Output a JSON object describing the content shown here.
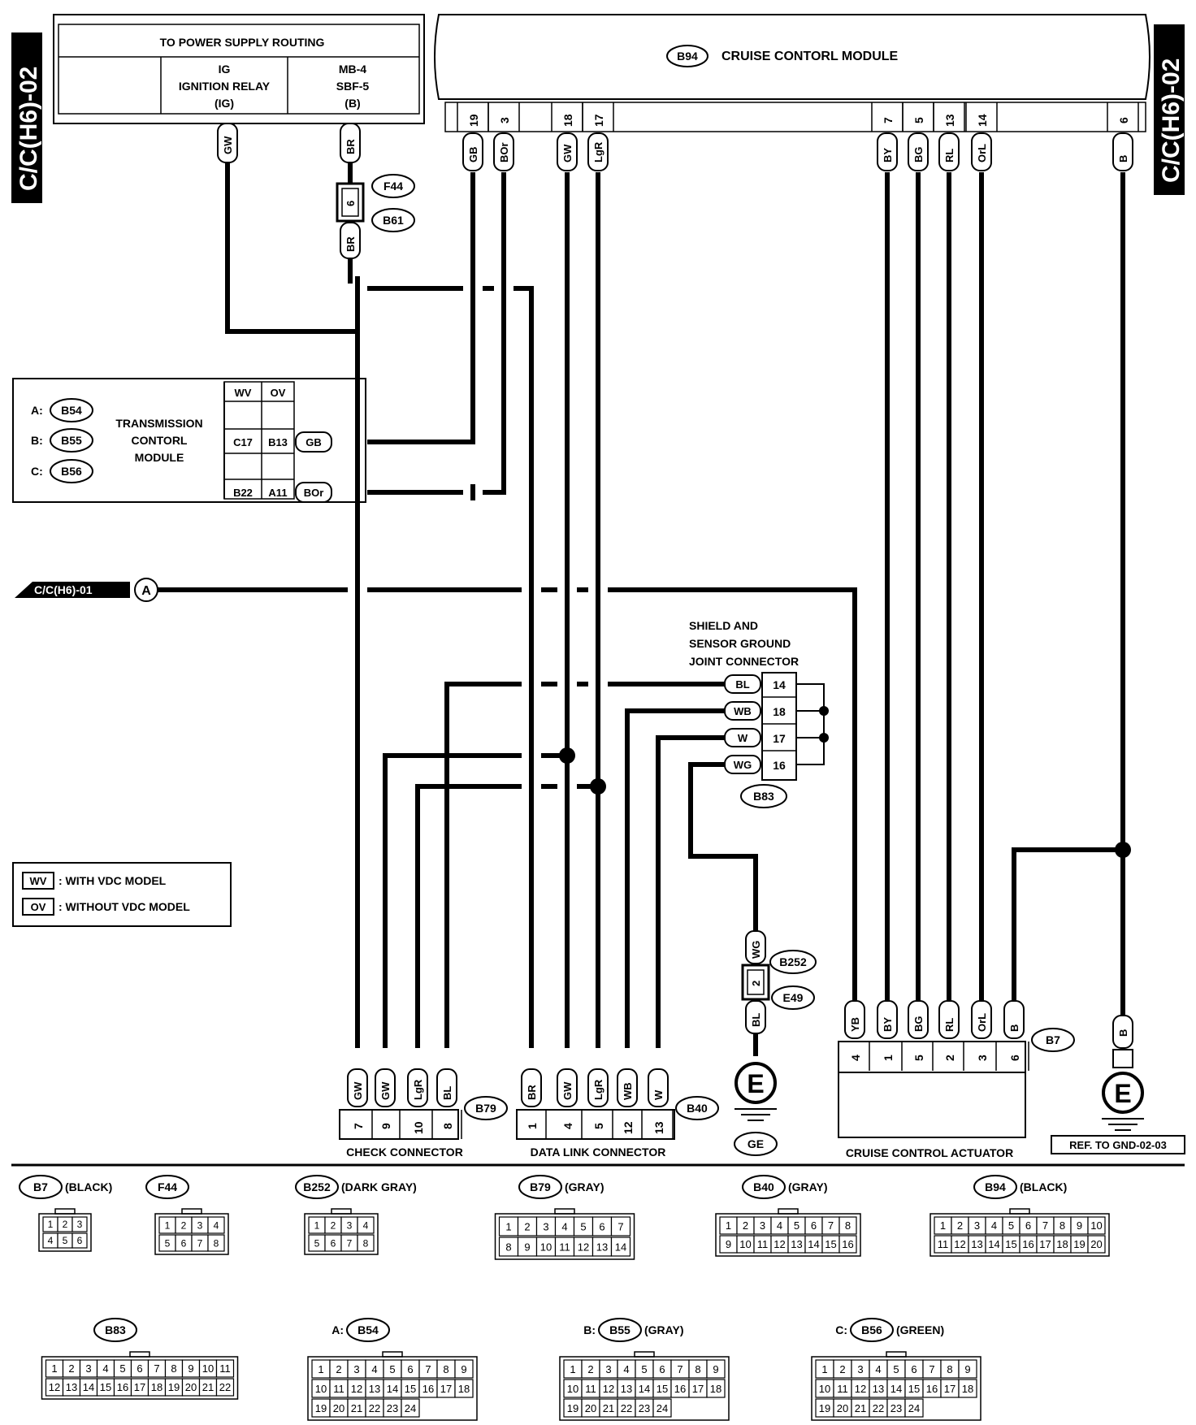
{
  "sheet": {
    "id_left": "C/C(H6)-02",
    "id_right": "C/C(H6)-02"
  },
  "power_supply": {
    "title": "TO POWER SUPPLY ROUTING",
    "ig_col": [
      "IG",
      "IGNITION RELAY",
      "(IG)"
    ],
    "mb_col": [
      "MB-4",
      "SBF-5",
      "(B)"
    ]
  },
  "cruise_module": {
    "connector": "B94",
    "title": "CRUISE CONTORL MODULE",
    "pins": [
      {
        "num": "19",
        "wire": "GB"
      },
      {
        "num": "3",
        "wire": "BOr"
      },
      {
        "num": "18",
        "wire": "GW"
      },
      {
        "num": "17",
        "wire": "LgR"
      },
      {
        "num": "7",
        "wire": "BY"
      },
      {
        "num": "5",
        "wire": "BG"
      },
      {
        "num": "13",
        "wire": "RL"
      },
      {
        "num": "14",
        "wire": "OrL"
      },
      {
        "num": "6",
        "wire": "B"
      }
    ]
  },
  "wire_labels": {
    "gw": "GW",
    "br": "BR",
    "br2": "BR",
    "pin6": "6"
  },
  "junctions": {
    "f44": "F44",
    "b61": "B61",
    "b252": "B252",
    "e49": "E49",
    "pin2": "2",
    "wg": "WG",
    "bl": "BL"
  },
  "tcm": {
    "labels": [
      "A:",
      "B:",
      "C:"
    ],
    "connectors": [
      "B54",
      "B55",
      "B56"
    ],
    "title_lines": [
      "TRANSMISSION",
      "CONTORL",
      "MODULE"
    ],
    "headers": [
      "WV",
      "OV"
    ],
    "row1": [
      "C17",
      "B13",
      "GB"
    ],
    "row2": [
      "B22",
      "A11",
      "BOr"
    ]
  },
  "offpage": {
    "label": "C/C(H6)-01",
    "letter": "A"
  },
  "shield_connector": {
    "title_lines": [
      "SHIELD AND",
      "SENSOR GROUND",
      "JOINT CONNECTOR"
    ],
    "rows": [
      {
        "wire": "BL",
        "pin": "14"
      },
      {
        "wire": "WB",
        "pin": "18"
      },
      {
        "wire": "W",
        "pin": "17"
      },
      {
        "wire": "WG",
        "pin": "16"
      }
    ],
    "connector": "B83"
  },
  "legend": [
    {
      "key": "WV",
      "text": ": WITH VDC MODEL"
    },
    {
      "key": "OV",
      "text": ": WITHOUT VDC MODEL"
    }
  ],
  "check_connector": {
    "title": "CHECK CONNECTOR",
    "connector": "B79",
    "pins": [
      {
        "wire": "GW",
        "num": "7"
      },
      {
        "wire": "GW",
        "num": "9"
      },
      {
        "wire": "LgR",
        "num": "10"
      },
      {
        "wire": "BL",
        "num": "8"
      }
    ]
  },
  "data_link": {
    "title": "DATA LINK CONNECTOR",
    "connector": "B40",
    "pins": [
      {
        "wire": "BR",
        "num": "1"
      },
      {
        "wire": "GW",
        "num": "4"
      },
      {
        "wire": "LgR",
        "num": "5"
      },
      {
        "wire": "WB",
        "num": "12"
      },
      {
        "wire": "W",
        "num": "13"
      }
    ]
  },
  "ground": {
    "symbol": "E",
    "ge_label": "GE",
    "ref": "REF. TO GND-02-03"
  },
  "actuator": {
    "title": "CRUISE CONTROL ACTUATOR",
    "connector": "B7",
    "pins": [
      {
        "wire": "YB",
        "num": "4"
      },
      {
        "wire": "BY",
        "num": "1"
      },
      {
        "wire": "BG",
        "num": "5"
      },
      {
        "wire": "RL",
        "num": "2"
      },
      {
        "wire": "OrL",
        "num": "3"
      },
      {
        "wire": "B",
        "num": "6"
      }
    ]
  },
  "ground_right": {
    "wire": "B",
    "symbol": "E"
  },
  "connector_faces": [
    {
      "id": "B7",
      "color": "(BLACK)",
      "rows": [
        [
          "1",
          "2",
          "3"
        ],
        [
          "4",
          "5",
          "6"
        ]
      ]
    },
    {
      "id": "F44",
      "color": "",
      "rows": [
        [
          "1",
          "2",
          "3",
          "4"
        ],
        [
          "5",
          "6",
          "7",
          "8"
        ]
      ]
    },
    {
      "id": "B252",
      "color": "(DARK GRAY)",
      "rows": [
        [
          "1",
          "2",
          "3",
          "4"
        ],
        [
          "5",
          "6",
          "7",
          "8"
        ]
      ]
    },
    {
      "id": "B79",
      "color": "(GRAY)",
      "rows": [
        [
          "1",
          "2",
          "3",
          "4",
          "5",
          "6",
          "7"
        ],
        [
          "8",
          "9",
          "10",
          "11",
          "12",
          "13",
          "14"
        ]
      ]
    },
    {
      "id": "B40",
      "color": "(GRAY)",
      "rows": [
        [
          "1",
          "2",
          "3",
          "4",
          "5",
          "6",
          "7",
          "8"
        ],
        [
          "9",
          "10",
          "11",
          "12",
          "13",
          "14",
          "15",
          "16"
        ]
      ]
    },
    {
      "id": "B94",
      "color": "(BLACK)",
      "rows": [
        [
          "1",
          "2",
          "3",
          "4",
          "5",
          "6",
          "7",
          "8",
          "9",
          "10"
        ],
        [
          "11",
          "12",
          "13",
          "14",
          "15",
          "16",
          "17",
          "18",
          "19",
          "20"
        ]
      ]
    },
    {
      "id": "B83",
      "color": "",
      "rows": [
        [
          "1",
          "2",
          "3",
          "4",
          "5",
          "6",
          "7",
          "8",
          "9",
          "10",
          "11"
        ],
        [
          "12",
          "13",
          "14",
          "15",
          "16",
          "17",
          "18",
          "19",
          "20",
          "21",
          "22"
        ]
      ]
    },
    {
      "id": "B54",
      "prefix": "A:",
      "color": "",
      "rows": [
        [
          "1",
          "2",
          "3",
          "4",
          "5",
          "6",
          "7",
          "8",
          "9"
        ],
        [
          "10",
          "11",
          "12",
          "13",
          "14",
          "15",
          "16",
          "17",
          "18"
        ],
        [
          "19",
          "20",
          "21",
          "22",
          "23",
          "24"
        ]
      ]
    },
    {
      "id": "B55",
      "prefix": "B:",
      "color": "(GRAY)",
      "rows": [
        [
          "1",
          "2",
          "3",
          "4",
          "5",
          "6",
          "7",
          "8",
          "9"
        ],
        [
          "10",
          "11",
          "12",
          "13",
          "14",
          "15",
          "16",
          "17",
          "18"
        ],
        [
          "19",
          "20",
          "21",
          "22",
          "23",
          "24"
        ]
      ]
    },
    {
      "id": "B56",
      "prefix": "C:",
      "color": "(GREEN)",
      "rows": [
        [
          "1",
          "2",
          "3",
          "4",
          "5",
          "6",
          "7",
          "8",
          "9"
        ],
        [
          "10",
          "11",
          "12",
          "13",
          "14",
          "15",
          "16",
          "17",
          "18"
        ],
        [
          "19",
          "20",
          "21",
          "22",
          "23",
          "24"
        ]
      ]
    }
  ]
}
